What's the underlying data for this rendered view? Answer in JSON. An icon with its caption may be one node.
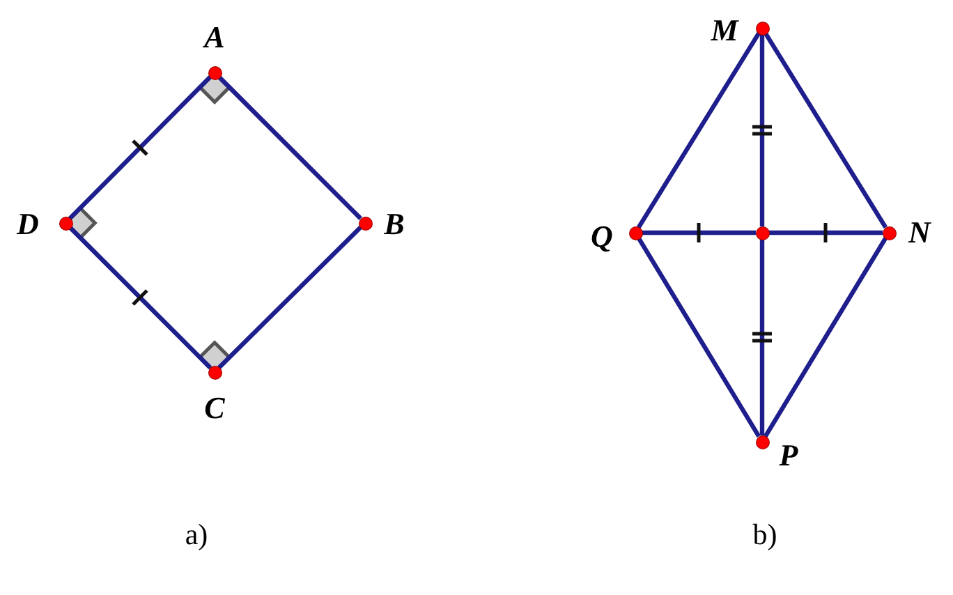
{
  "diagram": {
    "nodes": [
      {
        "text": [],
        "shape": "circle",
        "beside": [
          "A"
        ]
      },
      {
        "text": [],
        "shape": "circle",
        "beside": [
          "B"
        ]
      },
      {
        "text": [],
        "shape": "circle",
        "beside": [
          "C"
        ]
      },
      {
        "text": [],
        "shape": "circle",
        "beside": [
          "D"
        ]
      },
      {
        "text": [],
        "shape": "circle",
        "beside": [
          "M"
        ]
      },
      {
        "text": [],
        "shape": "circle",
        "beside": [
          "Q"
        ]
      },
      {
        "text": [],
        "shape": "circle"
      },
      {
        "text": [],
        "shape": "circle",
        "beside": [
          "N"
        ]
      },
      {
        "text": [],
        "shape": "circle",
        "beside": [
          "P"
        ]
      }
    ],
    "edges": [
      {
        "from": 0,
        "to": 1,
        "arrow": "none"
      },
      {
        "from": 1,
        "to": 2,
        "arrow": "none"
      },
      {
        "from": 2,
        "to": 3,
        "arrow": "none"
      },
      {
        "from": 3,
        "to": 0,
        "arrow": "none"
      },
      {
        "from": 4,
        "to": 7,
        "arrow": "none"
      },
      {
        "from": 7,
        "to": 8,
        "arrow": "none"
      },
      {
        "from": 8,
        "to": 5,
        "arrow": "none"
      },
      {
        "from": 5,
        "to": 4,
        "arrow": "none"
      },
      {
        "from": 4,
        "to": 6,
        "arrow": "none"
      },
      {
        "from": 6,
        "to": 8,
        "arrow": "none"
      },
      {
        "from": 5,
        "to": 6,
        "arrow": "none"
      },
      {
        "from": 6,
        "to": 7,
        "arrow": "none"
      }
    ],
    "labels": [
      "a)",
      "b)"
    ]
  }
}
